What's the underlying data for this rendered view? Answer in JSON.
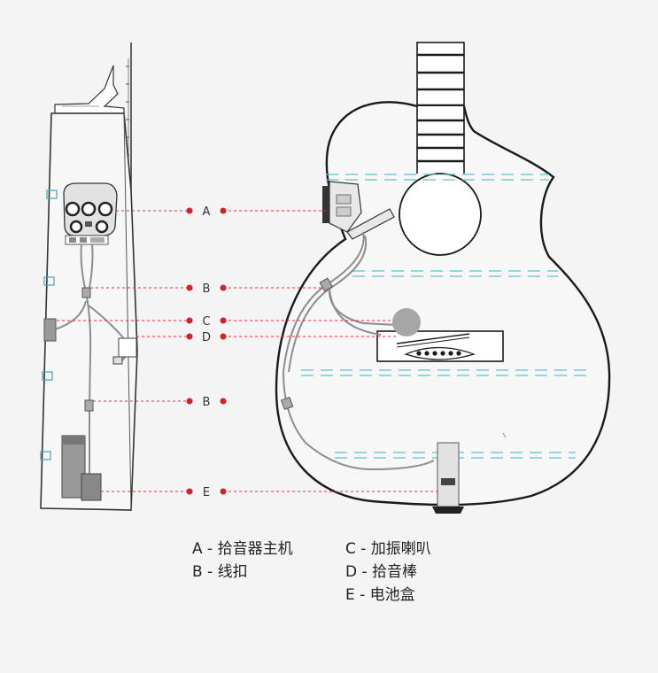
{
  "callouts": {
    "a": "A",
    "b1": "B",
    "c": "C",
    "d": "D",
    "b2": "B",
    "e": "E"
  },
  "legend": {
    "a": "A - 拾音器主机",
    "b": "B - 线扣",
    "c": "C - 加振喇叭",
    "d": "D - 拾音棒",
    "e": "E - 电池盒"
  },
  "colors": {
    "leader_line": "#e0303a",
    "dot": "#d81e2a",
    "water_dash": "#5bbfd0",
    "outline": "#1a1a1a",
    "cable": "#9a9a9a"
  }
}
